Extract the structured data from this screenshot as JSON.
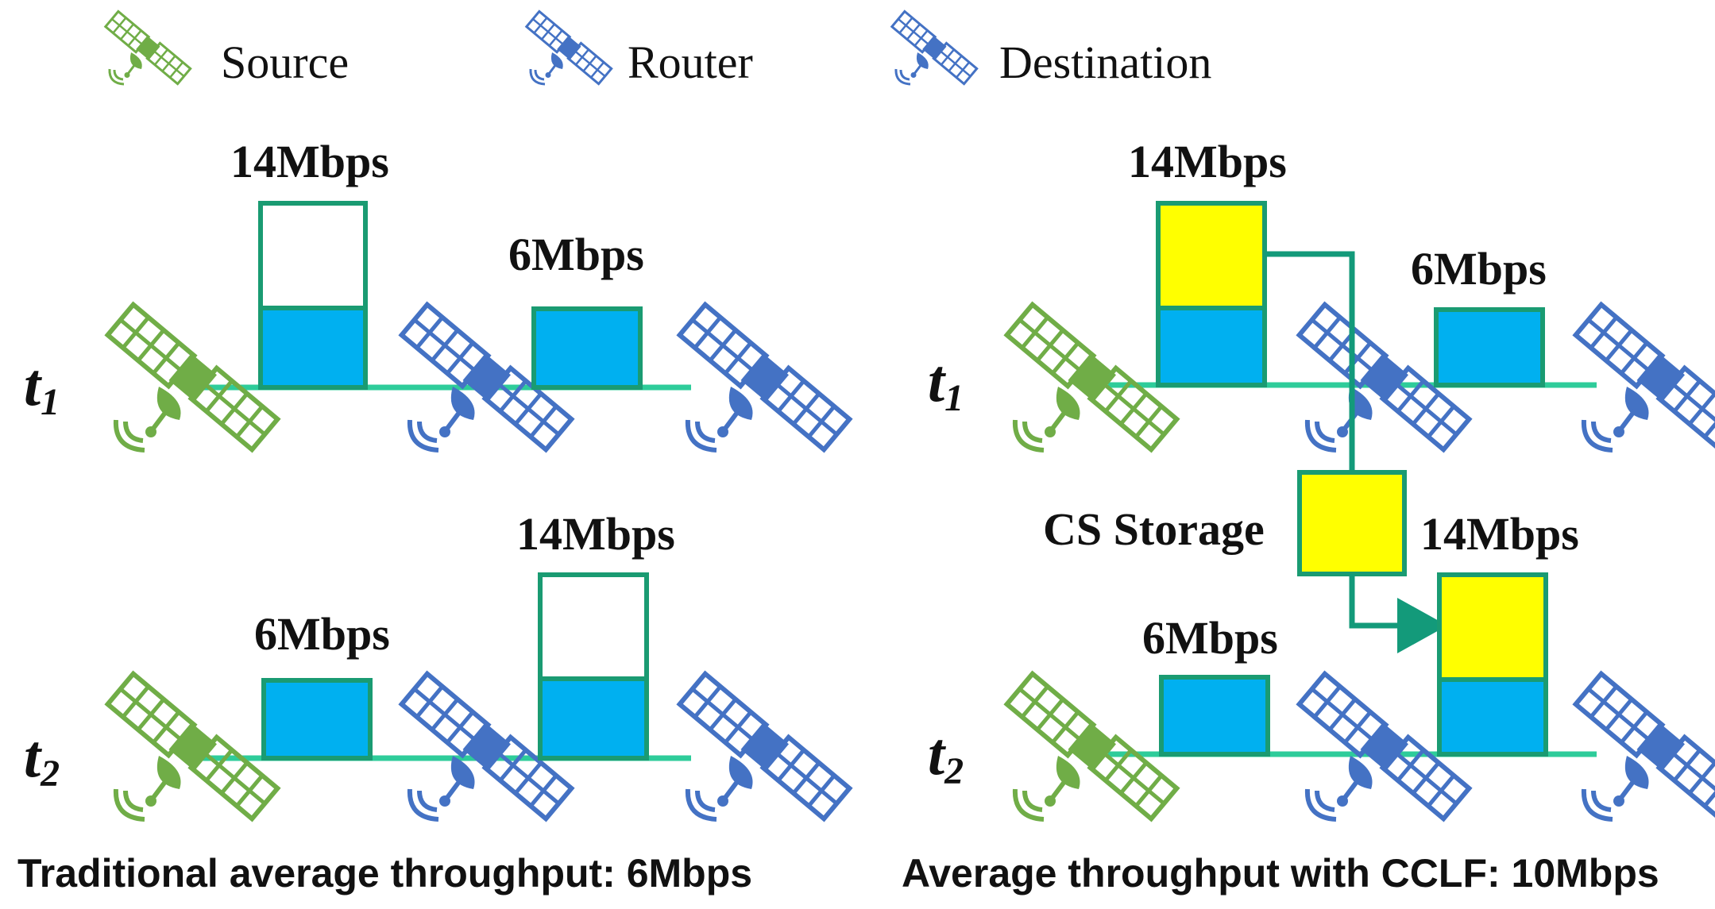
{
  "legend": {
    "source": "Source",
    "router": "Router",
    "destination": "Destination"
  },
  "colors": {
    "source": "#70ad47",
    "router": "#4472c4",
    "destination": "#4472c4",
    "link": "#2ecc9a",
    "box_border": "#1a9b72",
    "queued": "#00b0f0",
    "cached": "#ffff00",
    "arrow": "#139a7a"
  },
  "icons": [
    "source-satellite-icon",
    "router-satellite-icon",
    "destination-satellite-icon"
  ],
  "left_panel": {
    "t1": {
      "time": "t",
      "time_sub": "1",
      "link1_rate": "14Mbps",
      "link2_rate": "6Mbps"
    },
    "t2": {
      "time": "t",
      "time_sub": "2",
      "link1_rate": "6Mbps",
      "link2_rate": "14Mbps"
    },
    "caption": "Traditional average throughput: 6Mbps"
  },
  "right_panel": {
    "t1": {
      "time": "t",
      "time_sub": "1",
      "link1_rate": "14Mbps",
      "link2_rate": "6Mbps"
    },
    "storage_label": "CS Storage",
    "t2": {
      "time": "t",
      "time_sub": "2",
      "link1_rate": "6Mbps",
      "link2_rate": "14Mbps"
    },
    "caption": "Average throughput with CCLF: 10Mbps"
  }
}
